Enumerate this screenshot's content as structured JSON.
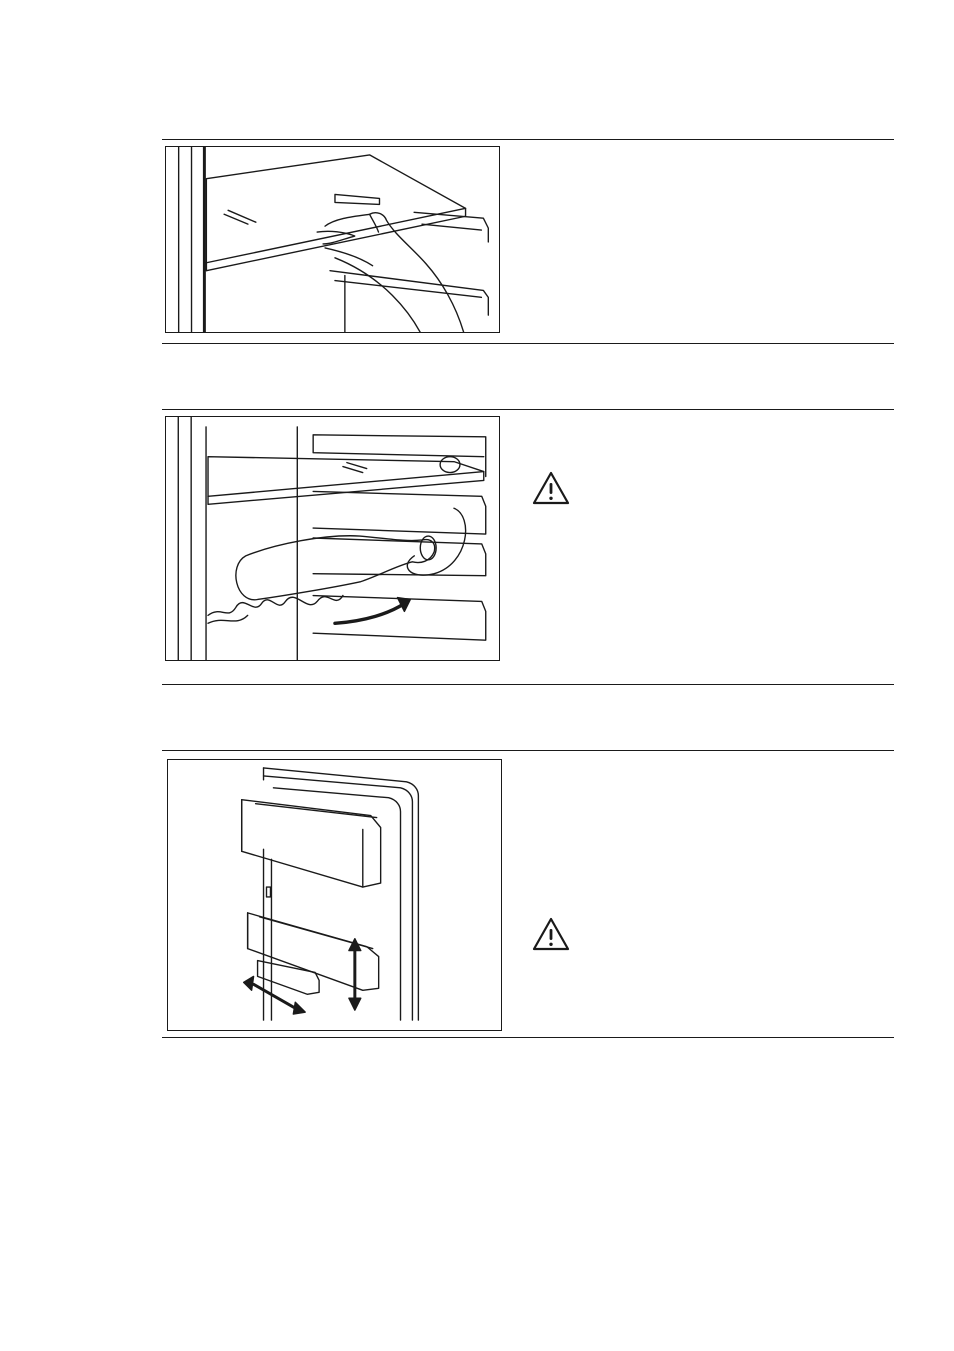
{
  "figures": [
    {
      "name": "shelf-removal-illustration",
      "description_icon": "hand-lifting-glass-shelf"
    },
    {
      "name": "bottle-rack-illustration",
      "description_icon": "bottle-on-wire-rack"
    },
    {
      "name": "door-shelf-illustration",
      "description_icon": "adjustable-door-balconies"
    }
  ],
  "icons": {
    "warning": "warning-triangle-icon"
  },
  "colors": {
    "line": "#1a1a1a",
    "background": "#ffffff"
  }
}
